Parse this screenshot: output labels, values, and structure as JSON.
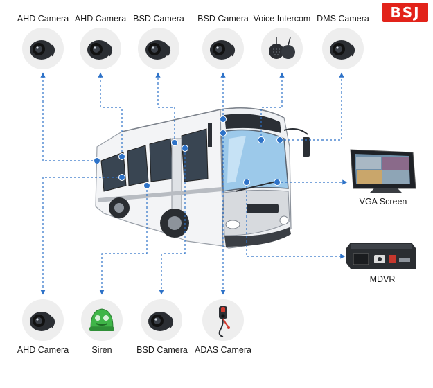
{
  "logo": {
    "text": "BSJ"
  },
  "colors": {
    "wire": "#2d72c8",
    "node": "#2d72c8",
    "logo": "#e2231a",
    "circle": "#eeeeee"
  },
  "top_devices": [
    {
      "label": "AHD Camera",
      "icon": "camera-icon"
    },
    {
      "label": "AHD Camera",
      "icon": "camera-icon"
    },
    {
      "label": "BSD Camera",
      "icon": "camera-icon"
    },
    {
      "label": "BSD Camera",
      "icon": "camera-icon"
    },
    {
      "label": "Voice Intercom",
      "icon": "intercom-icon"
    },
    {
      "label": "DMS Camera",
      "icon": "camera-icon"
    }
  ],
  "bottom_devices": [
    {
      "label": "AHD Camera",
      "icon": "camera-icon"
    },
    {
      "label": "Siren",
      "icon": "siren-icon"
    },
    {
      "label": "BSD Camera",
      "icon": "camera-icon"
    },
    {
      "label": "ADAS Camera",
      "icon": "adas-camera-icon"
    }
  ],
  "right_devices": [
    {
      "label": "VGA Screen",
      "icon": "monitor-icon"
    },
    {
      "label": "MDVR",
      "icon": "mdvr-icon"
    }
  ]
}
